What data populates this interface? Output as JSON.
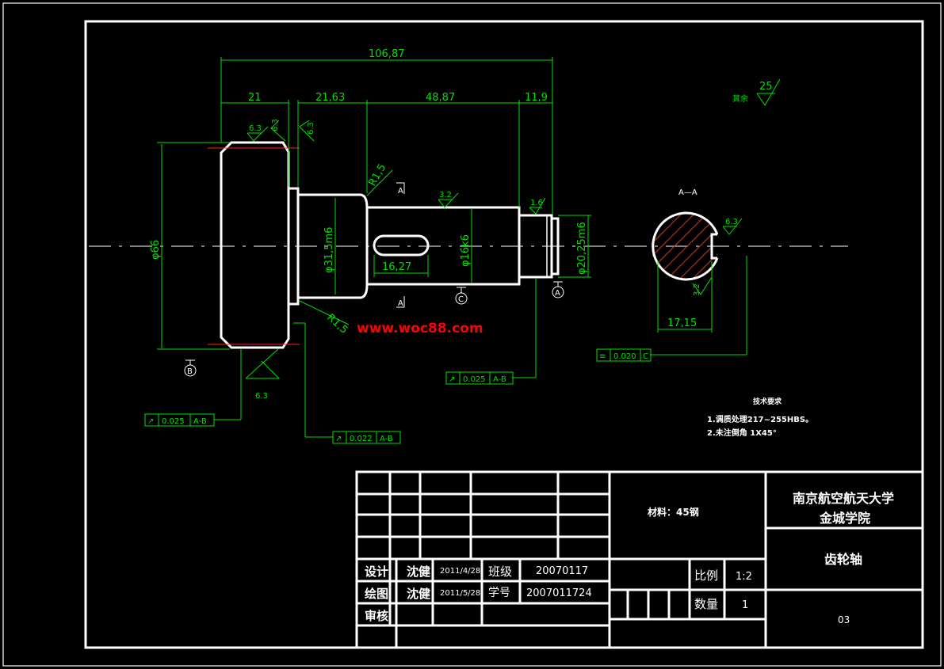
{
  "drawing": {
    "dimensions": {
      "overall_length": "106,87",
      "seg1": "21",
      "seg2": "21,63",
      "seg3": "48,87",
      "seg4": "11,9",
      "dia_gear": "φ66",
      "dia_shaft1": "φ31,5m6",
      "dia_shaft2": "φ16k6",
      "dia_shaft3": "φ20,25m6",
      "keyway_length": "16,27",
      "radius_top": "R1,5",
      "radius_bottom": "R1,5",
      "section_width": "17,15"
    },
    "roughness": {
      "r1": "6.3",
      "r2": "6.3",
      "r3": "6.3",
      "r4": "3.2",
      "r5": "1.6",
      "r6": "6.3",
      "r7": "3.2",
      "r8": "6.3",
      "general_value": "25",
      "general_label": "其余"
    },
    "datums": {
      "a": "A",
      "b": "B",
      "c": "C"
    },
    "section_label": "A—A",
    "section_marker": "A",
    "tolerances": {
      "runout1_value": "0.025",
      "runout1_datum": "A-B",
      "runout2_value": "0.025",
      "runout2_datum": "A-B",
      "runout3_value": "0.022",
      "runout3_datum": "A-B",
      "sym_value": "0.020",
      "sym_datum": "C"
    },
    "tech_requirements": {
      "title": "技术要求",
      "line1": "1.调质处理217~255HBS。",
      "line2": "2.未注倒角 1X45°"
    },
    "watermark": "www.woc88.com"
  },
  "title_block": {
    "material": "材料：45钢",
    "school_line1": "南京航空航天大学",
    "school_line2": "金城学院",
    "part_name": "齿轮轴",
    "drawing_number": "03",
    "design_label": "设计",
    "design_name": "沈健",
    "design_date": "2011/4/28",
    "class_label": "班级",
    "class_value": "20070117",
    "draw_label": "绘图",
    "draw_name": "沈健",
    "draw_date": "2011/5/28",
    "student_id_label": "学号",
    "student_id_value": "2007011724",
    "review_label": "审核",
    "scale_label": "比例",
    "scale_value": "1:2",
    "quantity_label": "数量",
    "quantity_value": "1"
  },
  "colors": {
    "background": "#000000",
    "outline": "#ffffff",
    "dimension": "#00e000",
    "hatch": "#ff2020",
    "watermark": "#ff0000"
  }
}
